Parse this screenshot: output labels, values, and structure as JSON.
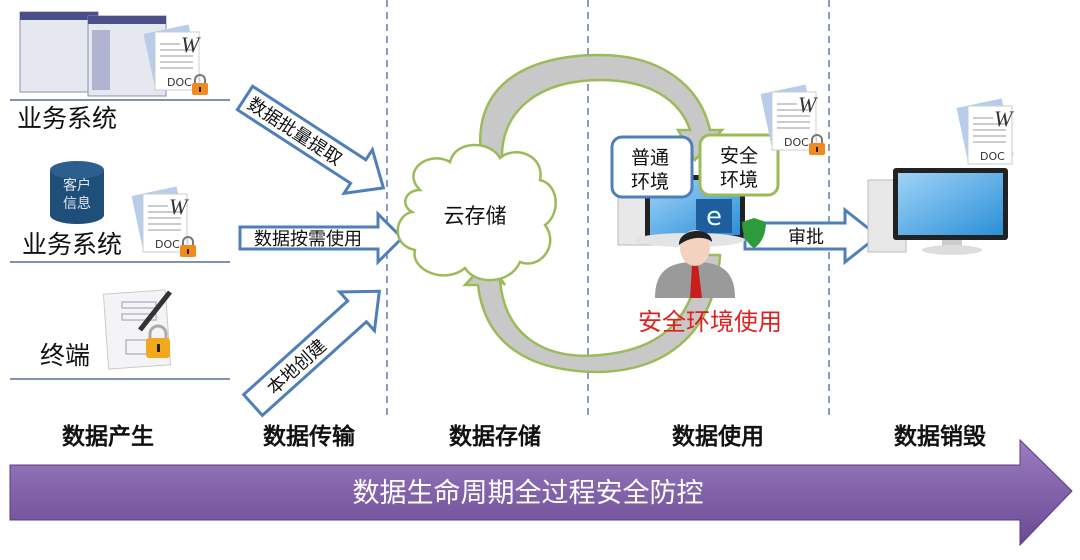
{
  "sources": [
    {
      "label": "业务系统",
      "icon": "web-pages-icon"
    },
    {
      "label": "业务系统",
      "icon": "database-icon",
      "db_label": [
        "客户",
        "信息"
      ]
    },
    {
      "label": "终端",
      "icon": "form-lock-icon"
    }
  ],
  "transfer_arrows": [
    "数据批量提取",
    "数据按需使用",
    "本地创建"
  ],
  "storage": {
    "label": "云存储"
  },
  "usage": {
    "normal_env": [
      "普通",
      "环境"
    ],
    "secure_env": [
      "安全",
      "环境"
    ],
    "caption": "安全环境使用",
    "approve_label": "审批"
  },
  "doc_icon": {
    "letter": "W",
    "label": "DOC"
  },
  "stages": [
    "数据产生",
    "数据传输",
    "数据存储",
    "数据使用",
    "数据销毁"
  ],
  "banner": "数据生命周期全过程安全防控",
  "colors": {
    "banner": "#7d5aa6",
    "arrow_outline": "#4f7fb8",
    "cloud_outline": "#9bbb59",
    "divider": "#5b7fb5",
    "caption": "#e02020",
    "db": "#1f4e79"
  }
}
